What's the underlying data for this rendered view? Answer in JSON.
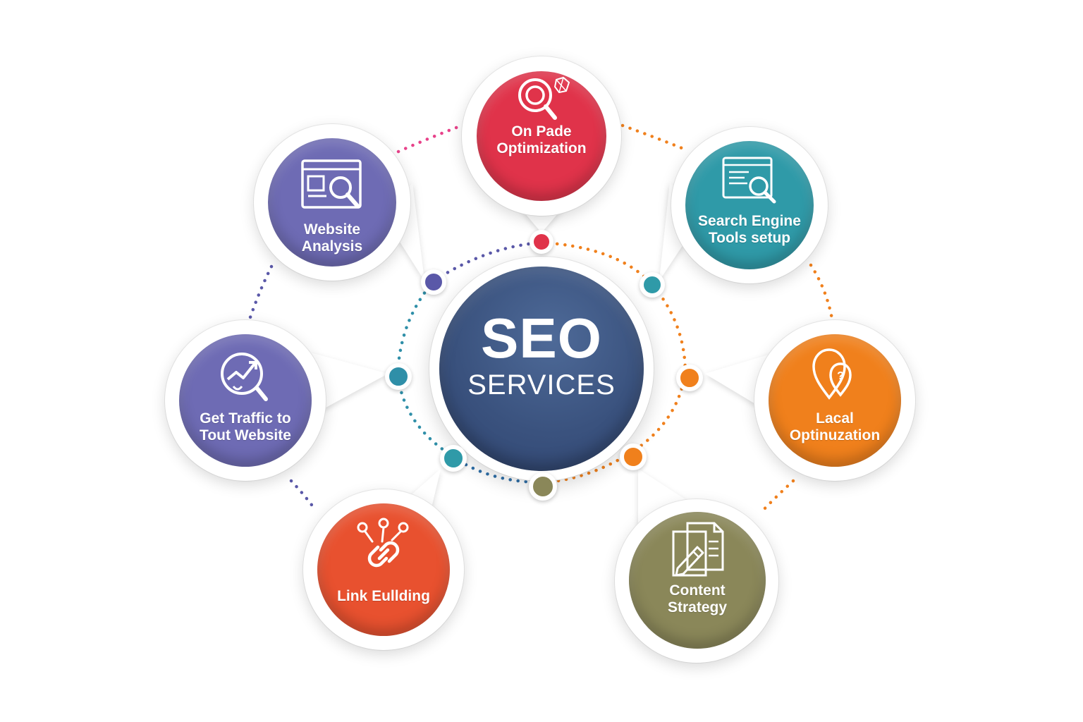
{
  "hub": {
    "title": "SEO",
    "subtitle": "SERVICES"
  },
  "colors": {
    "red": "#e0334a",
    "purple": "#6e6bb4",
    "teal": "#2f9aa8",
    "orange": "#f0801c",
    "red_orange": "#e8512f",
    "olive": "#8a8759",
    "blue": "#3a527e"
  },
  "nodes": [
    {
      "id": "on-page-optimization",
      "color": "#e0334a",
      "icon": "magnifier-icon",
      "label_lines": [
        "On Pade",
        "Optimization"
      ]
    },
    {
      "id": "website-analysis",
      "color": "#6e6bb4",
      "icon": "browser-search-icon",
      "label_lines": [
        "Website",
        "Analysis"
      ]
    },
    {
      "id": "search-engine-tools-setup",
      "color": "#2f9aa8",
      "icon": "browser-search-icon",
      "label_lines": [
        "Search Engine",
        "Tools setup"
      ]
    },
    {
      "id": "get-traffic",
      "color": "#6e6bb4",
      "icon": "traffic-chart-icon",
      "label_lines": [
        "Get Traffic to",
        "Tout Website"
      ]
    },
    {
      "id": "local-optimization",
      "color": "#f0801c",
      "icon": "location-pin-icon",
      "label_lines": [
        "Lacal",
        "Optinuzation"
      ]
    },
    {
      "id": "link-building",
      "color": "#e8512f",
      "icon": "link-chain-icon",
      "label_lines": [
        "Link Eullding"
      ]
    },
    {
      "id": "content-strategy",
      "color": "#8a8759",
      "icon": "documents-pen-icon",
      "label_lines": [
        "Content",
        "Strategy"
      ]
    }
  ]
}
